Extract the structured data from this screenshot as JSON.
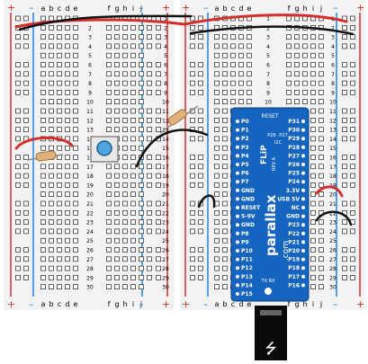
{
  "colors": {
    "board": "#f2f2f2",
    "rail_red": "#d32f2f",
    "rail_blue": "#1e88e5",
    "hole_fill": "#ffffff",
    "hole_stroke": "#000000",
    "wire_red": "#d32f2f",
    "wire_black": "#111111",
    "chip_blue": "#1565c0",
    "chip_text": "#ffffff",
    "usb_black": "#0a0a0a"
  },
  "breadboards": [
    {
      "id": "left",
      "columns_left": [
        "a",
        "b",
        "c",
        "d",
        "e"
      ],
      "columns_right": [
        "f",
        "g",
        "h",
        "i",
        "j"
      ],
      "rows": 30,
      "plus_label": "+",
      "minus_label": "–"
    },
    {
      "id": "right",
      "columns_left": [
        "a",
        "b",
        "c",
        "d",
        "e"
      ],
      "columns_right": [
        "f",
        "g",
        "h",
        "i",
        "j"
      ],
      "rows": 30,
      "plus_label": "+",
      "minus_label": "–"
    }
  ],
  "board_module": {
    "brand": "parallax",
    "domain": ".com",
    "model": "FLiP",
    "rev": "REV A",
    "reset_top": "RESET",
    "pin_labels_left": [
      "P0",
      "P1",
      "P2",
      "P3",
      "P4",
      "P5",
      "P6",
      "P7",
      "GND",
      "GND",
      "RESET",
      "5-9V",
      "GND",
      "P8",
      "P9",
      "P10",
      "P11",
      "P12",
      "P13",
      "P14",
      "P15"
    ],
    "pin_labels_right": [
      "P31",
      "P30",
      "P29",
      "P28",
      "P27",
      "P26",
      "P25",
      "P24",
      "3.3V",
      "USB 5V",
      "NC",
      "GND",
      "P23",
      "P22",
      "P21",
      "P20",
      "P19",
      "P18",
      "P17",
      "P16"
    ],
    "top_labels": [
      "P26",
      "P27",
      "I2C"
    ],
    "tx_rx": "TX RX"
  },
  "components": {
    "pushbutton": "pushbutton",
    "resistors": [
      "resistor-1",
      "resistor-2"
    ]
  }
}
